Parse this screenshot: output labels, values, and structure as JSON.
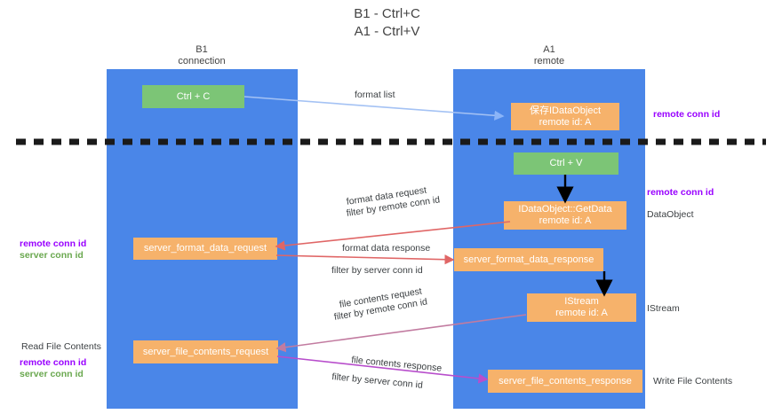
{
  "title": {
    "line1": "B1 - Ctrl+C",
    "line2": "A1 - Ctrl+V"
  },
  "columns": [
    {
      "name": "B1",
      "sub": "connection"
    },
    {
      "name": "A1",
      "sub": "remote"
    }
  ],
  "nodes": {
    "ctrl_c": {
      "line1": "Ctrl + C",
      "line2": "",
      "color": "#7cc576"
    },
    "ctrl_v": {
      "line1": "Ctrl + V",
      "line2": "",
      "color": "#7cc576"
    },
    "save_dataobject": {
      "line1": "保存IDataObject",
      "line2": "remote id: A",
      "color": "#f6b26b"
    },
    "getdata": {
      "line1": "IDataObject::GetData",
      "line2": "remote id: A",
      "color": "#f6b26b"
    },
    "istream": {
      "line1": "IStream",
      "line2": "remote id: A",
      "color": "#f6b26b"
    },
    "fmt_req": {
      "line1": "server_format_data_request",
      "line2": "",
      "color": "#f6b26b"
    },
    "fmt_resp": {
      "line1": "server_format_data_response",
      "line2": "",
      "color": "#f6b26b"
    },
    "file_req": {
      "line1": "server_file_contents_request",
      "line2": "",
      "color": "#f6b26b"
    },
    "file_resp": {
      "line1": "server_file_contents_response",
      "line2": "",
      "color": "#f6b26b"
    }
  },
  "edge_labels": {
    "format_list": "format list",
    "format_data_request": "format data request",
    "format_data_request_filter_prefix": "filter by ",
    "format_data_request_filter_key": "remote conn id",
    "format_data_response": "format data response",
    "format_data_response_filter_prefix": "filter by ",
    "format_data_response_filter_key": "server conn id",
    "file_contents_request": "file contents request",
    "file_contents_request_filter_prefix": "filter by ",
    "file_contents_request_filter_key": "remote conn id",
    "file_contents_response": "file contents response",
    "file_contents_response_filter_prefix": "filter by ",
    "file_contents_response_filter_key": "server conn id"
  },
  "side_labels": {
    "right_remote_conn_top": "remote conn id",
    "right_remote_conn_mid": "remote conn id",
    "right_dataobject": "DataObject",
    "right_istream": "IStream",
    "right_write_file": "Write File Contents",
    "left_remote_conn": "remote conn id",
    "left_server_conn": "server conn id",
    "left_read_file": "Read File Contents",
    "left_remote_conn2": "remote conn id",
    "left_server_conn2": "server conn id"
  },
  "colors": {
    "band": "#4a86e8",
    "orange": "#f6b26b",
    "green": "#7cc576",
    "purple": "#9900ff",
    "green_text": "#6aa84f",
    "arrow_blue": "#a4c2f4",
    "arrow_red": "#e06666",
    "arrow_magenta": "#c27ba0",
    "arrow_violet": "#b84ecc",
    "arrow_black": "#000000",
    "divider": "#1a1a1a"
  }
}
